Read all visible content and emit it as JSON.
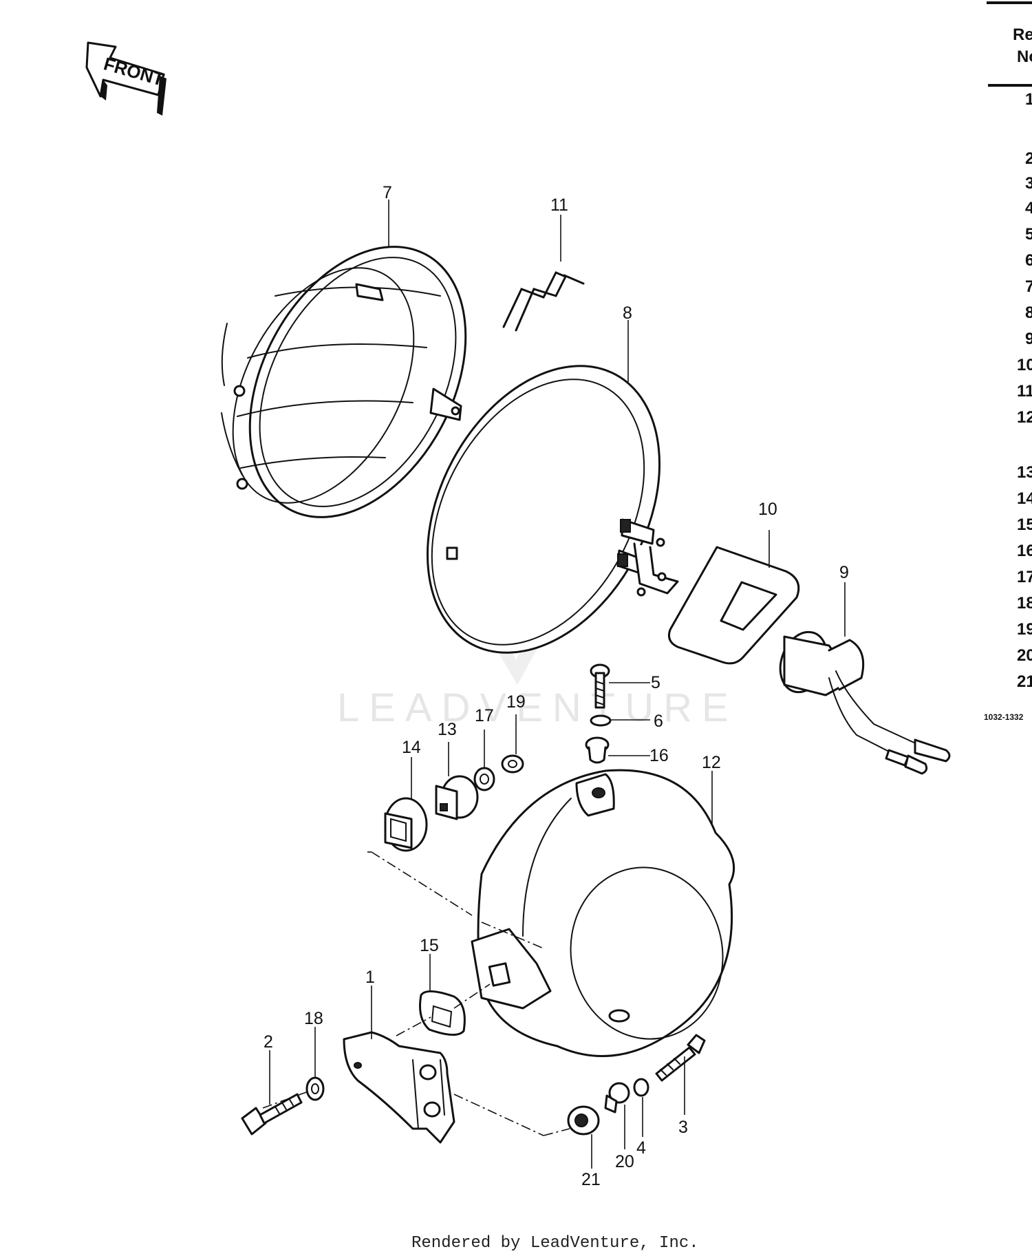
{
  "front_arrow": {
    "label": "FRONT"
  },
  "watermark": {
    "text": "LEADVENTURE"
  },
  "footer": {
    "text": "Rendered by LeadVenture, Inc."
  },
  "ref_table": {
    "header_line1": "Re",
    "header_line2": "No",
    "rows": [
      "1",
      "2",
      "3",
      "4",
      "5",
      "6",
      "7",
      "8",
      "9",
      "10",
      "11",
      "12",
      "13",
      "14",
      "15",
      "16",
      "17",
      "18",
      "19",
      "20",
      "21"
    ],
    "code": "1032-1332"
  },
  "callouts": {
    "c1": "1",
    "c2": "2",
    "c3": "3",
    "c4": "4",
    "c5": "5",
    "c6": "6",
    "c7": "7",
    "c8": "8",
    "c9": "9",
    "c10": "10",
    "c11": "11",
    "c12": "12",
    "c13": "13",
    "c14": "14",
    "c15": "15",
    "c16": "16",
    "c17": "17",
    "c18": "18",
    "c19": "19",
    "c20": "20",
    "c21": "21"
  }
}
